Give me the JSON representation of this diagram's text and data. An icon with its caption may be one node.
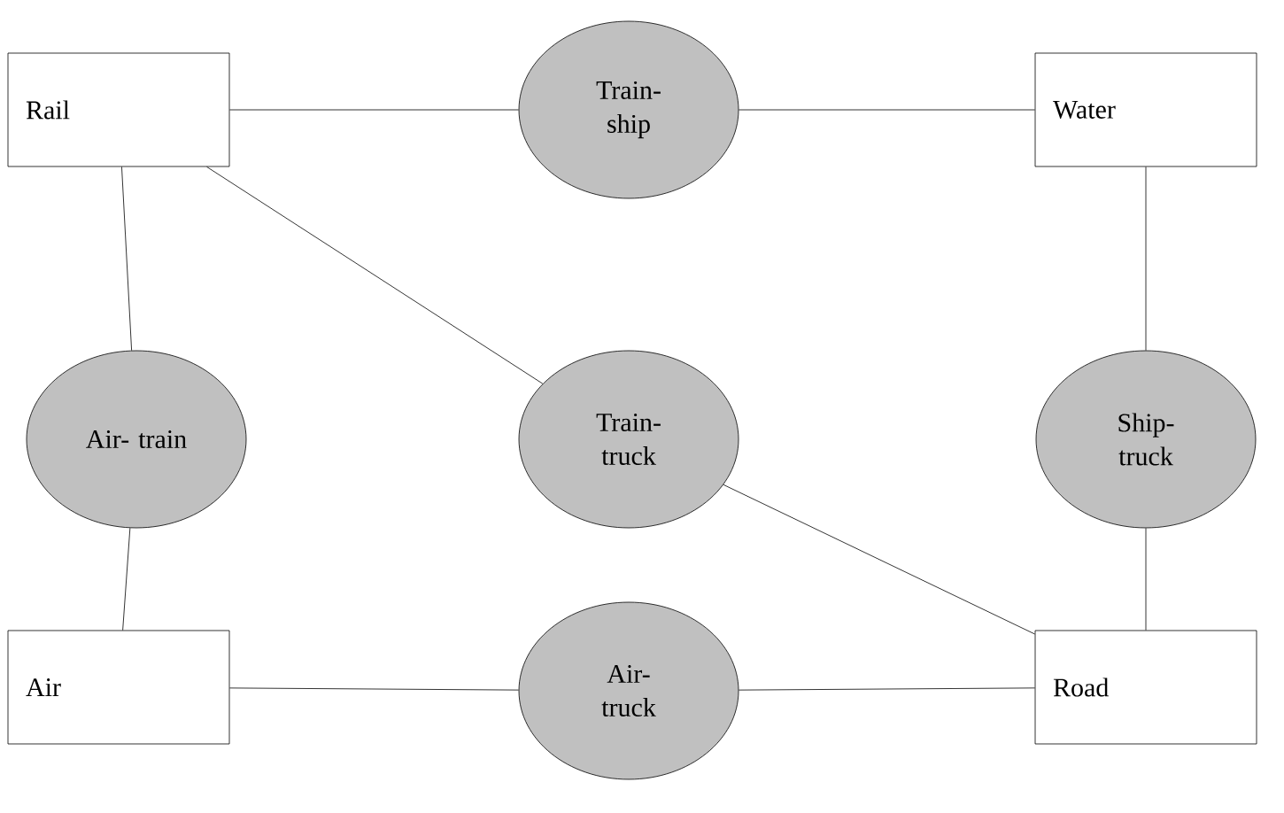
{
  "diagram": {
    "nodes": [
      {
        "text": [
          "Rail"
        ]
      },
      {
        "text": [
          "Train- ship"
        ]
      },
      {
        "text": [
          "Water"
        ]
      },
      {
        "text": [
          "Air- train"
        ]
      },
      {
        "text": [
          "Train- truck"
        ]
      },
      {
        "text": [
          "Ship- truck"
        ]
      },
      {
        "text": [
          "Air"
        ]
      },
      {
        "text": [
          "Air- truck"
        ]
      },
      {
        "text": [
          "Road"
        ]
      }
    ],
    "edges": [
      {
        "from": 0,
        "to": 1,
        "arrow": "none"
      },
      {
        "from": 1,
        "to": 2,
        "arrow": "none"
      },
      {
        "from": 0,
        "to": 3,
        "arrow": "none"
      },
      {
        "from": 3,
        "to": 6,
        "arrow": "none"
      },
      {
        "from": 0,
        "to": 4,
        "arrow": "none"
      },
      {
        "from": 4,
        "to": 8,
        "arrow": "none"
      },
      {
        "from": 2,
        "to": 5,
        "arrow": "none"
      },
      {
        "from": 5,
        "to": 8,
        "arrow": "none"
      },
      {
        "from": 6,
        "to": 7,
        "arrow": "none"
      },
      {
        "from": 7,
        "to": 8,
        "arrow": "none"
      }
    ]
  }
}
